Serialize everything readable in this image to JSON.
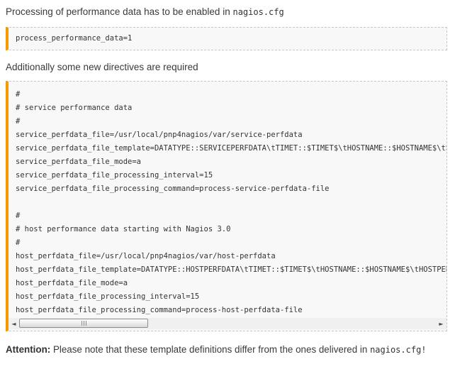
{
  "colors": {
    "accent_orange": "#f59b00",
    "code_background": "#f8f8f8",
    "dashed_border": "#c8c8c8",
    "text": "#3a3a3a"
  },
  "intro_paragraph": {
    "text": "Processing of performance data has to be enabled in ",
    "code": "nagios.cfg"
  },
  "enable_code_block": {
    "lines": [
      "process_performance_data=1"
    ]
  },
  "directives_paragraph": {
    "text": "Additionally some new directives are required"
  },
  "directives_code_block": {
    "lines": [
      "#",
      "# service performance data",
      "#",
      "service_perfdata_file=/usr/local/pnp4nagios/var/service-perfdata",
      "service_perfdata_file_template=DATATYPE::SERVICEPERFDATA\\tTIMET::$TIMET$\\tHOSTNAME::$HOSTNAME$\\tSERVICED",
      "service_perfdata_file_mode=a",
      "service_perfdata_file_processing_interval=15",
      "service_perfdata_file_processing_command=process-service-perfdata-file",
      "",
      "#",
      "# host performance data starting with Nagios 3.0",
      "#",
      "host_perfdata_file=/usr/local/pnp4nagios/var/host-perfdata",
      "host_perfdata_file_template=DATATYPE::HOSTPERFDATA\\tTIMET::$TIMET$\\tHOSTNAME::$HOSTNAME$\\tHOSTPERFDATA::",
      "host_perfdata_file_mode=a",
      "host_perfdata_file_processing_interval=15",
      "host_perfdata_file_processing_command=process-host-perfdata-file"
    ]
  },
  "scrollbar": {
    "left_arrow_icon": "◄",
    "right_arrow_icon": "►"
  },
  "attention_paragraph": {
    "label": "Attention:",
    "text": " Please note that these template definitions differ from the ones delivered in ",
    "code": "nagios.cfg!"
  }
}
